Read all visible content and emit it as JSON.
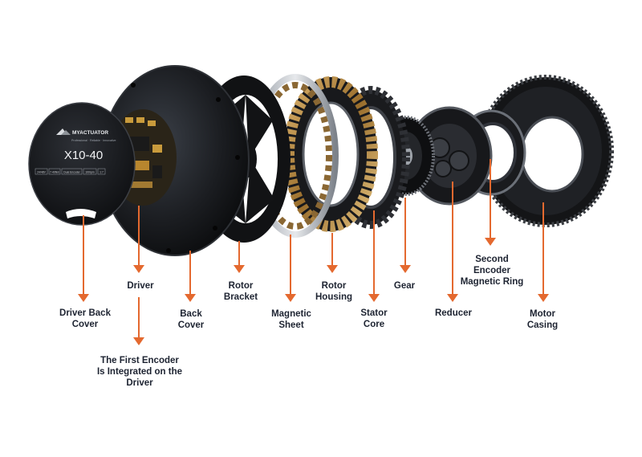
{
  "accent_color": "#e4692f",
  "product": {
    "brand": "MYACTUATOR",
    "tagline": "Professional · Reliable · Innovative",
    "model": "X10-40",
    "spec_tags": [
      "24/48V",
      "7-40Nm",
      "Dual Encoder",
      "100rpm",
      "1:7"
    ]
  },
  "labels": {
    "driver": "Driver",
    "driver_back_cover": "Driver Back\nCover",
    "first_encoder": "The First Encoder\nIs Integrated on the\nDriver",
    "back_cover": "Back\nCover",
    "rotor_bracket": "Rotor\nBracket",
    "magnetic_sheet": "Magnetic\nSheet",
    "rotor_housing": "Rotor\nHousing",
    "stator_core": "Stator\nCore",
    "gear": "Gear",
    "reducer": "Reducer",
    "second_encoder": "Second\nEncoder\nMagnetic Ring",
    "motor_casing": "Motor\nCasing"
  }
}
